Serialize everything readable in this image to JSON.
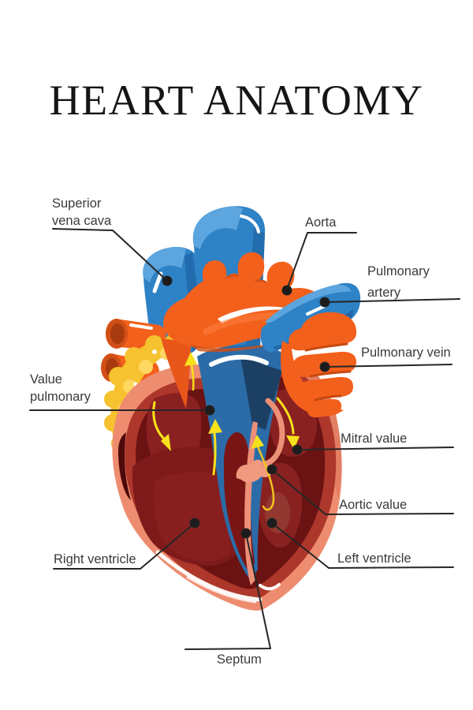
{
  "title": "HEART ANATOMY",
  "labels": {
    "superior_vena_cava": {
      "line1": "Superior",
      "line2": "vena cava"
    },
    "aorta": {
      "text": "Aorta"
    },
    "pulmonary_artery": {
      "line1": "Pulmonary",
      "line2": "artery"
    },
    "pulmonary_vein": {
      "text": "Pulmonary vein"
    },
    "value_pulmonary": {
      "line1": "Value",
      "line2": "pulmonary"
    },
    "mitral_value": {
      "text": "Mitral value"
    },
    "aortic_value": {
      "text": "Aortic value"
    },
    "right_ventricle": {
      "text": "Right ventricle"
    },
    "left_ventricle": {
      "text": "Left ventricle"
    },
    "septum": {
      "text": "Septum"
    }
  },
  "colors": {
    "blue": "#2E82C6",
    "blue_light": "#5CA5DE",
    "blue_dark": "#1F63A4",
    "channel_blue": "#2B6CA8",
    "navy": "#1C3F64",
    "orange": "#F2601C",
    "orange_dark": "#C8490F",
    "orange_deep": "#E8561A",
    "salmon_wall": "#EE8C6F",
    "wall_ring": "#AD372A",
    "maroon": "#6B1212",
    "maroon_mid": "#8A2121",
    "maroon_tongue": "#7A1515",
    "maroon_deep": "#4E0A0B",
    "valve_salmon": "#EC9077",
    "fat_yellow": "#F6C22F",
    "fat_light": "#FFD761",
    "arrow_yellow": "#F8E11C",
    "leader_line": "#262626",
    "label_text": "#3A3A3A",
    "title_text": "#151515"
  }
}
